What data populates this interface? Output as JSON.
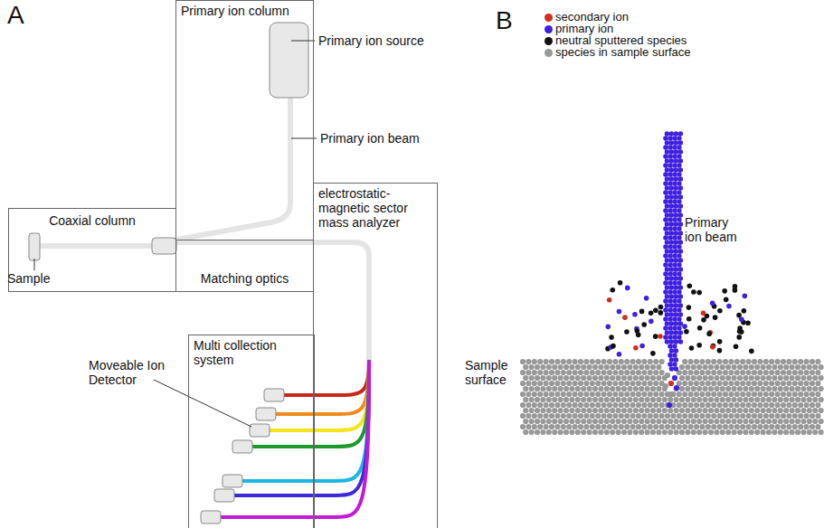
{
  "diagram": {
    "nodes": [
      {
        "text": [
          "Primary ion column"
        ]
      },
      {
        "text": [
          "electrostatic- magnetic sector mass analyzer"
        ]
      },
      {
        "text": [
          "Coaxial column"
        ]
      },
      {
        "text": [
          "Matching optics"
        ]
      },
      {
        "text": [
          "Multi collection system"
        ]
      }
    ],
    "labels": [
      "A",
      "Primary ion source",
      "Primary ion beam",
      "Sample",
      "Moveable Ion Detector",
      "B",
      "Primary ion beam",
      "Sample surface"
    ],
    "legend": [
      {
        "text": "secondary ion",
        "color": "#d0301a"
      },
      {
        "text": "primary ion",
        "color": "#4020e0"
      },
      {
        "text": "neutral sputtered species",
        "color": "#111111"
      },
      {
        "text": "species in sample surface",
        "color": "#999999"
      }
    ]
  }
}
